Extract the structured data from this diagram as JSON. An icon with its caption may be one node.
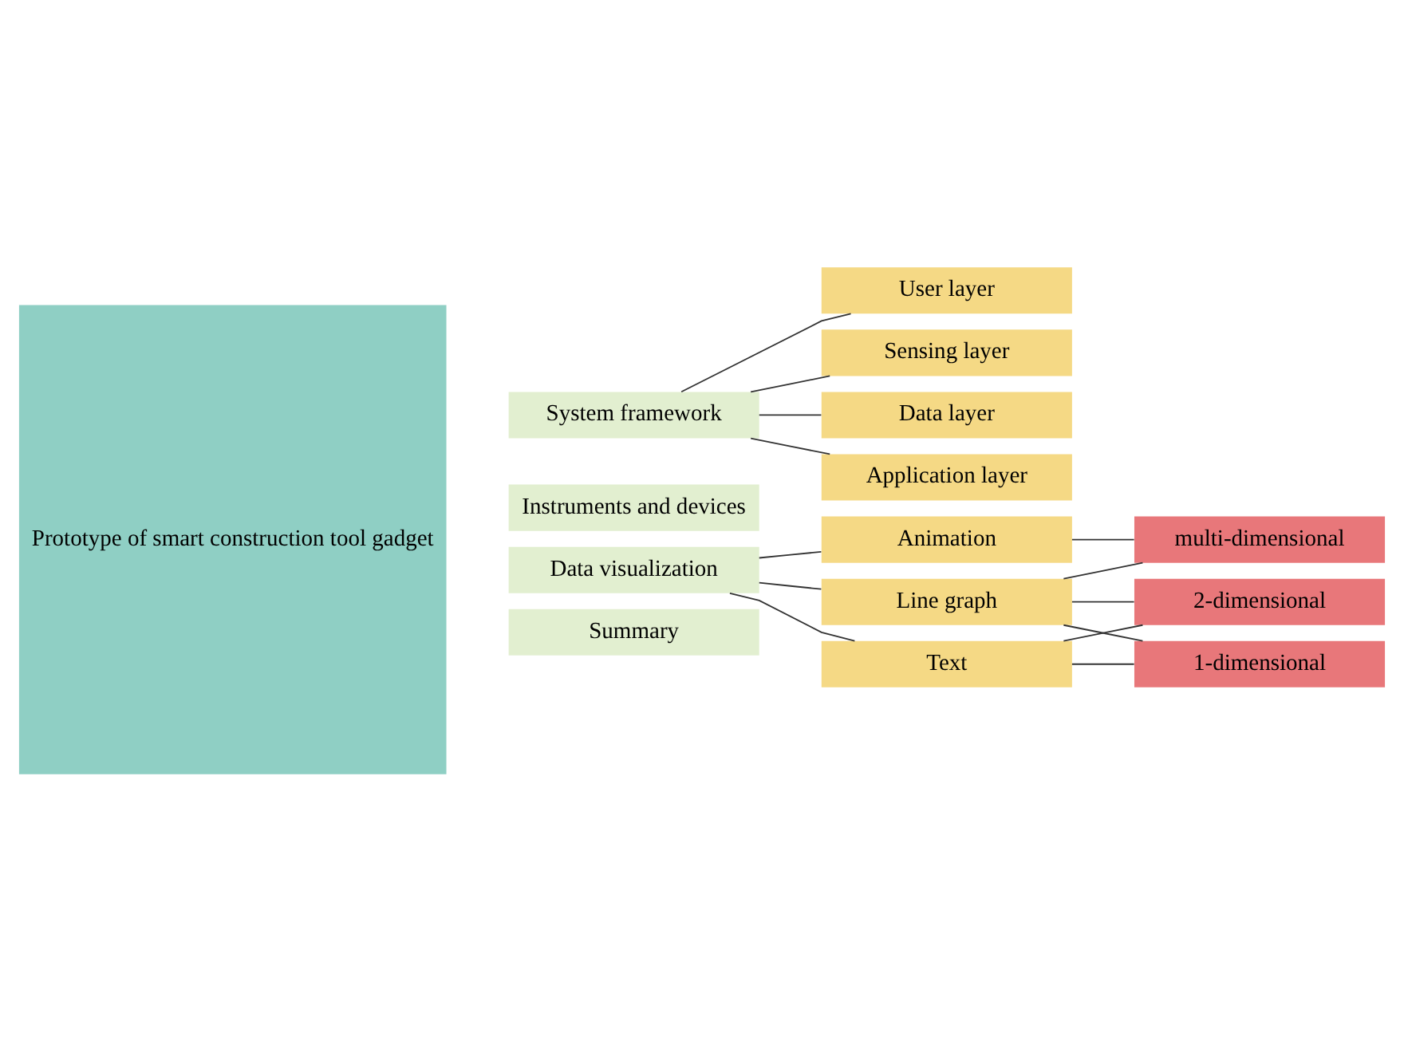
{
  "diagram": {
    "nodes": [
      {
        "text": [
          "Prototype of smart construction tool gadget"
        ]
      },
      {
        "text": [
          "System framework"
        ]
      },
      {
        "text": [
          "Sensing layer"
        ]
      },
      {
        "text": [
          "Data layer"
        ]
      },
      {
        "text": [
          "Application layer"
        ]
      },
      {
        "text": [
          "User layer"
        ]
      },
      {
        "text": [
          "Instruments and devices"
        ]
      },
      {
        "text": [
          "Data visualization"
        ]
      },
      {
        "text": [
          "Text"
        ]
      },
      {
        "text": [
          "Line graph"
        ]
      },
      {
        "text": [
          "Animation"
        ]
      },
      {
        "text": [
          "1-dimensional"
        ]
      },
      {
        "text": [
          "2-dimensional"
        ]
      },
      {
        "text": [
          "multi-dimensional"
        ]
      },
      {
        "text": [
          "Summary"
        ]
      }
    ],
    "edges": [
      {
        "from": 1,
        "to": 2,
        "arrow": "none"
      },
      {
        "from": 1,
        "to": 3,
        "arrow": "none"
      },
      {
        "from": 1,
        "to": 4,
        "arrow": "none"
      },
      {
        "from": 1,
        "to": 5,
        "arrow": "none"
      },
      {
        "from": 7,
        "to": 8,
        "arrow": "none"
      },
      {
        "from": 7,
        "to": 9,
        "arrow": "none"
      },
      {
        "from": 7,
        "to": 10,
        "arrow": "none"
      },
      {
        "from": 8,
        "to": 11,
        "arrow": "none"
      },
      {
        "from": 8,
        "to": 12,
        "arrow": "none"
      },
      {
        "from": 9,
        "to": 11,
        "arrow": "none"
      },
      {
        "from": 9,
        "to": 12,
        "arrow": "none"
      },
      {
        "from": 9,
        "to": 13,
        "arrow": "none"
      },
      {
        "from": 10,
        "to": 13,
        "arrow": "none"
      }
    ]
  }
}
